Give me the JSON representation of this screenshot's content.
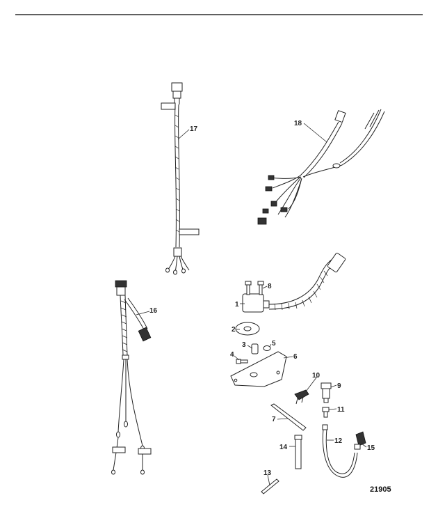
{
  "figure_number": "21905",
  "callouts": {
    "c1": "1",
    "c2": "2",
    "c3": "3",
    "c4": "4",
    "c5": "5",
    "c6": "6",
    "c7": "7",
    "c8": "8",
    "c9": "9",
    "c10": "10",
    "c11": "11",
    "c12": "12",
    "c13": "13",
    "c14": "14",
    "c15": "15",
    "c16": "16",
    "c17": "17",
    "c18": "18"
  },
  "colors": {
    "line": "#222222",
    "background": "#ffffff",
    "rule": "#000000"
  }
}
